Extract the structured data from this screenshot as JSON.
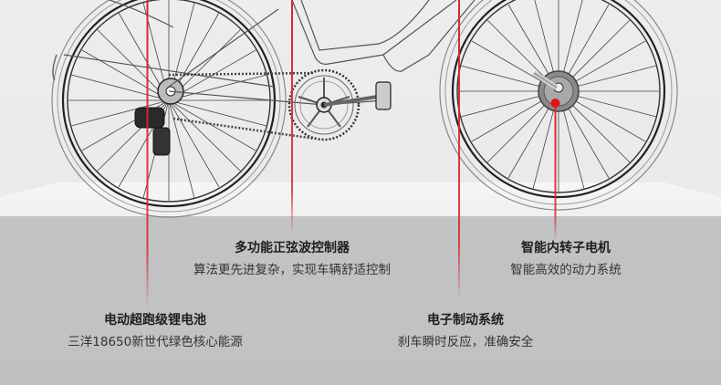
{
  "colors": {
    "accent_red": "#d9252c",
    "background_top": "#ececec",
    "background_bottom": "#c1c2c4",
    "text_title": "#1e1e1e",
    "text_desc": "#333333"
  },
  "image": {
    "subject": "electric-bicycle-line-drawing"
  },
  "features": [
    {
      "id": "controller",
      "title": "多功能正弦波控制器",
      "desc": "算法更先进复杂，实现车辆舒适控制"
    },
    {
      "id": "motor",
      "title": "智能内转子电机",
      "desc": "智能高效的动力系统"
    },
    {
      "id": "battery",
      "title": "电动超跑级锂电池",
      "desc": "三洋18650新世代绿色核心能源"
    },
    {
      "id": "brake",
      "title": "电子制动系统",
      "desc": "刹车瞬时反应，准确安全"
    }
  ]
}
